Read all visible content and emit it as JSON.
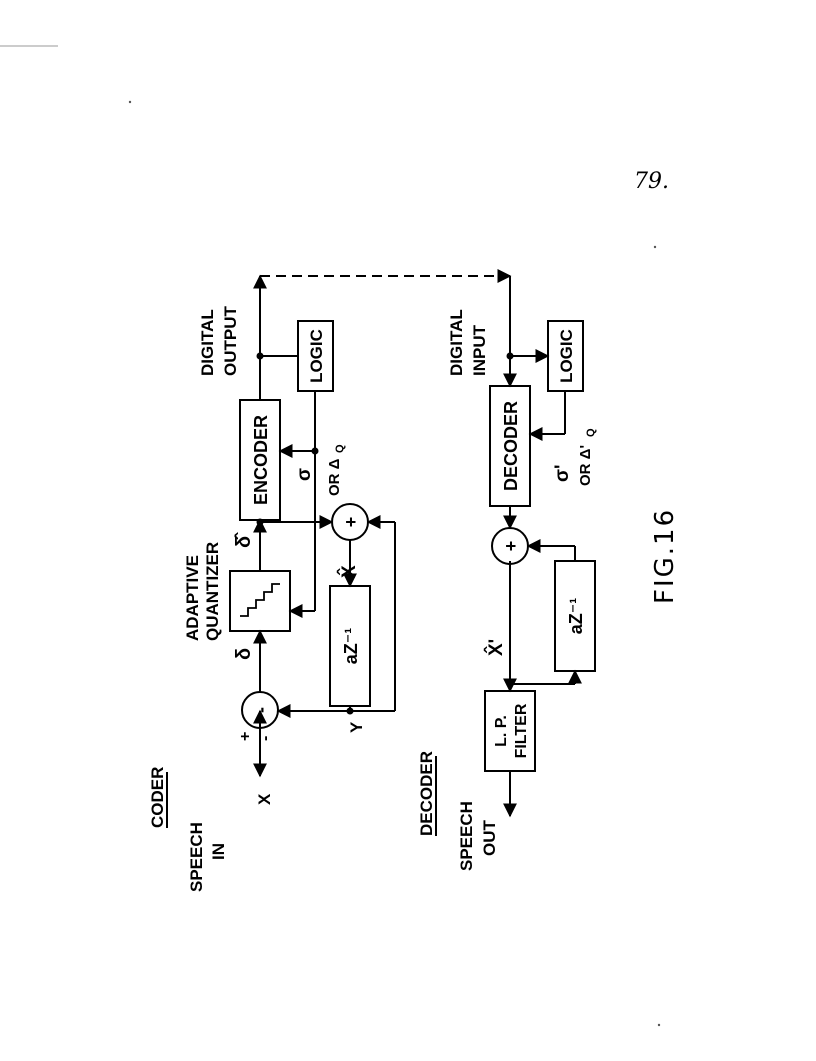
{
  "page_number": "79.",
  "figure_label": "FIG.16",
  "coder": {
    "title": "CODER",
    "input_label_1": "SPEECH",
    "input_label_2": "IN",
    "x_label": "X",
    "plus_sign": "+",
    "minus_sign": "-",
    "y_label": "Y",
    "delta_label": "δ",
    "quantizer_label_1": "ADAPTIVE",
    "quantizer_label_2": "QUANTIZER",
    "delta_hat_label": "δ̂",
    "x_hat_label": "X̂",
    "predictor_label": "aZ⁻¹",
    "sigma_label": "σ",
    "or_delta_label": "OR Δ",
    "or_delta_sub": "Q",
    "encoder_label": "ENCODER",
    "logic_label": "LOGIC",
    "output_label_1": "DIGITAL",
    "output_label_2": "OUTPUT"
  },
  "decoder": {
    "title": "DECODER",
    "output_label_1": "SPEECH",
    "output_label_2": "OUT",
    "filter_label_1": "L. P.",
    "filter_label_2": "FILTER",
    "x_hat_prime_label": "X̂'",
    "predictor_label": "aZ⁻¹",
    "decoder_label": "DECODER",
    "sigma_prime_label": "σ'",
    "or_delta_prime_label": "OR Δ'",
    "or_delta_prime_sub": "Q",
    "logic_label": "LOGIC",
    "input_label_1": "DIGITAL",
    "input_label_2": "INPUT"
  }
}
